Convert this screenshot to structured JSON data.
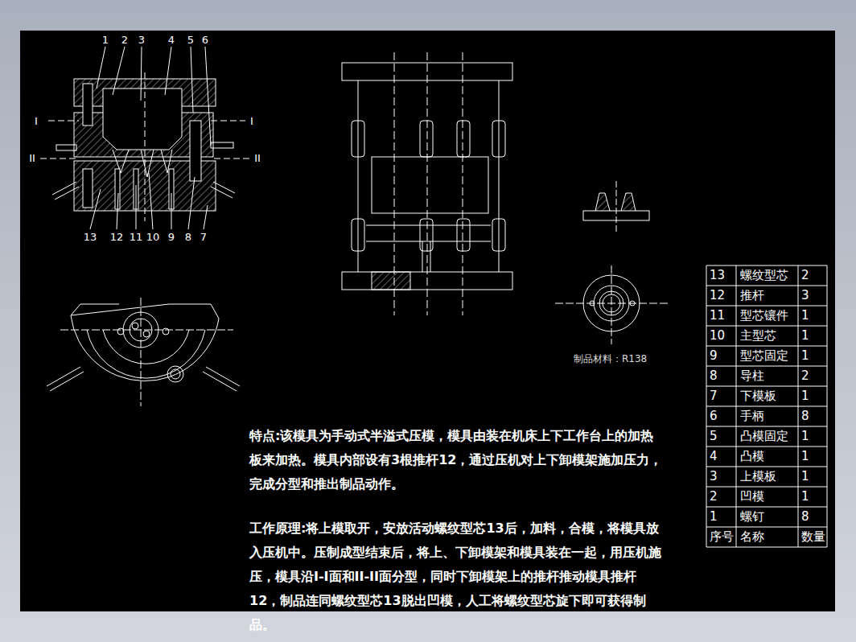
{
  "diagram": {
    "labels": [
      "1",
      "2",
      "3",
      "4",
      "5",
      "6",
      "13",
      "12",
      "11",
      "10",
      "9",
      "8",
      "7",
      "I",
      "I",
      "II",
      "II",
      "制品材料：R138",
      "特点:该模具为手动式半溢式压模，模具由装在机床上下工作台上的加热板来加热。模具内部设有3根推杆12，通过压机对上下卸模架施加压力，完成分型和推出制品动作。",
      "工作原理:将上模取开，安放活动螺纹型芯13后，加料，合模，将模具放入压机中。压制成型结束后，将上、下卸模架和模具装在一起，用压机施压，模具沿I-I面和II-II面分型，同时下卸模架上的推杆推动模具推杆12，制品连同螺纹型芯13脱出凹模，人工将螺纹型芯旋下即可获得制品。",
      "13",
      "螺纹型芯",
      "2",
      "12",
      "推杆",
      "3",
      "11",
      "型芯镶件",
      "1",
      "10",
      "主型芯",
      "1",
      "9",
      "型芯固定",
      "1",
      "8",
      "导柱",
      "2",
      "7",
      "下模板",
      "1",
      "6",
      "手柄",
      "8",
      "5",
      "凸模固定",
      "1",
      "4",
      "凸模",
      "1",
      "3",
      "上模板",
      "1",
      "2",
      "凹模",
      "1",
      "1",
      "螺钉",
      "8",
      "序号",
      "名称",
      "数量"
    ]
  }
}
